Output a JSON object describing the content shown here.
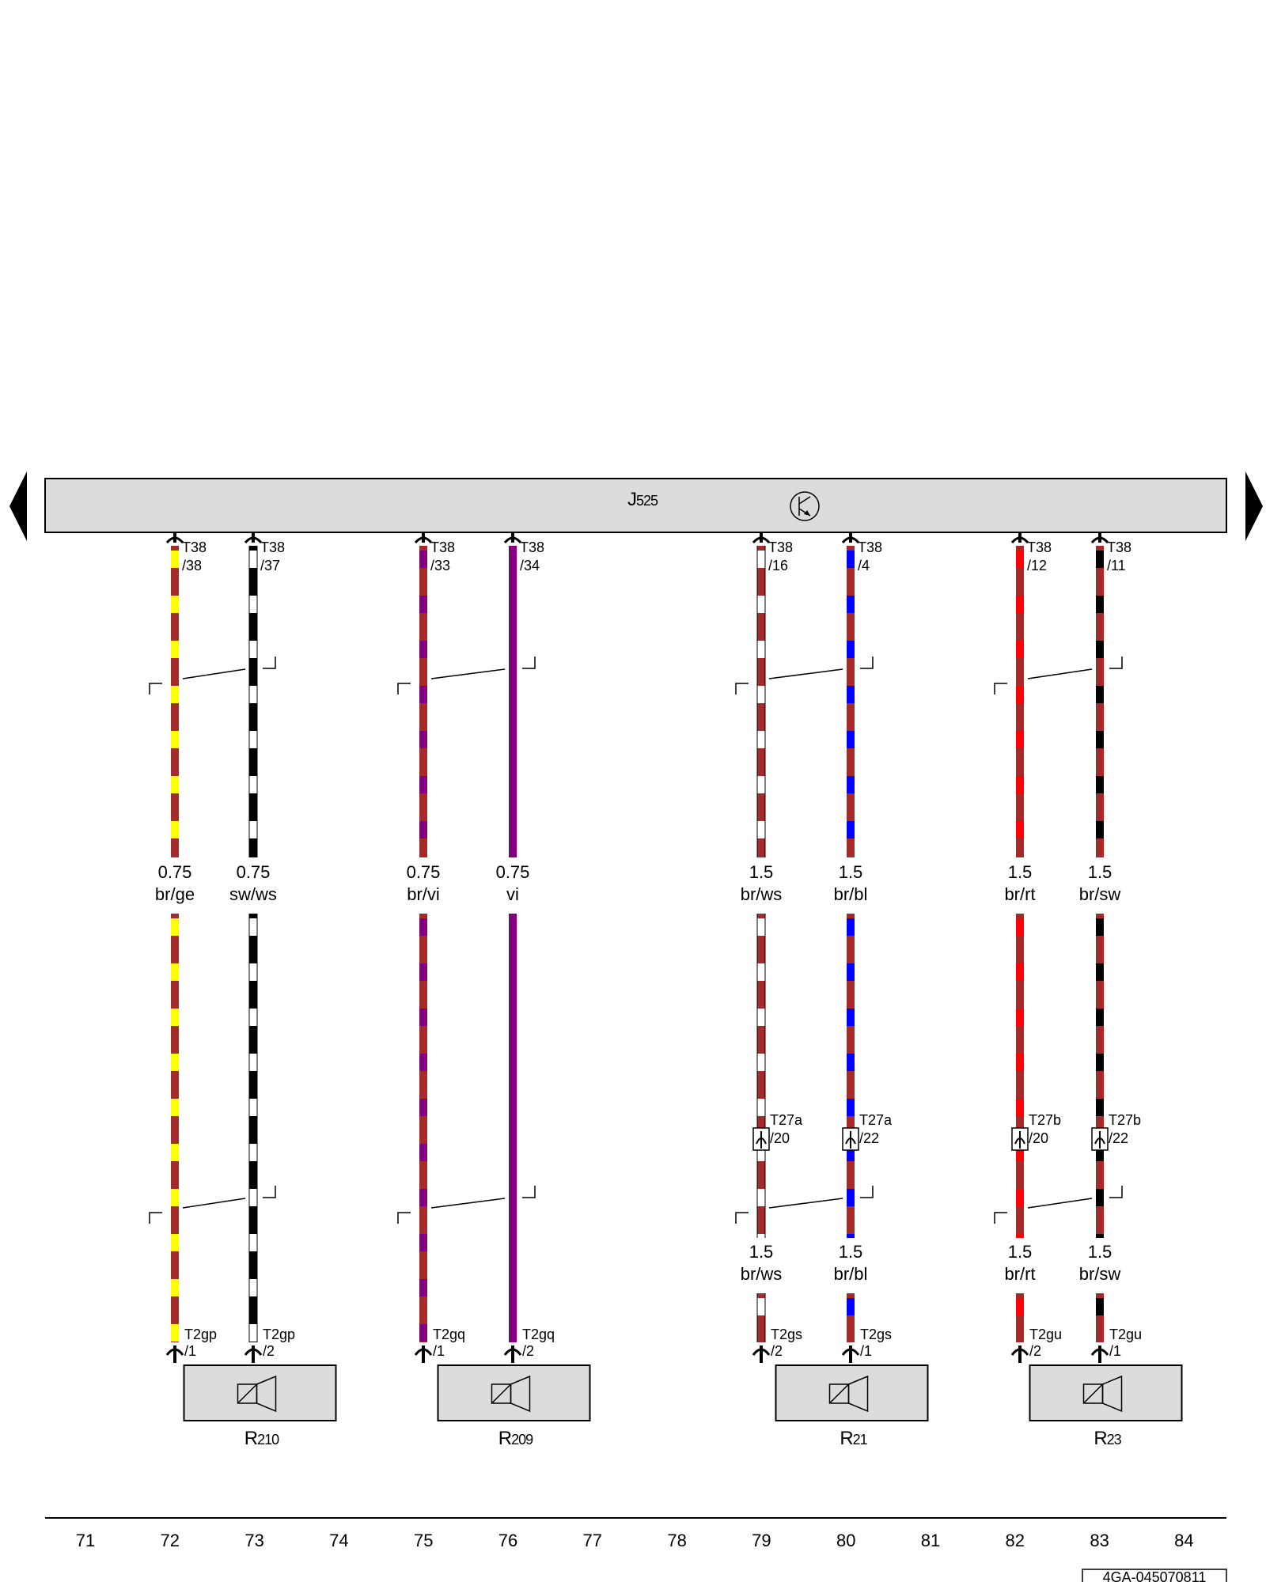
{
  "module": {
    "letter": "J",
    "number": "525"
  },
  "colors": {
    "br": "#a52a2a",
    "ge": "#ffff00",
    "sw": "#000000",
    "ws": "#ffffff",
    "vi": "#800080",
    "bl": "#0000ff",
    "rt": "#ff0000",
    "box_fill": "#dcdcdc",
    "outline": "#000000"
  },
  "icons": {
    "module": "transistor-icon",
    "speaker": "speaker-icon",
    "nav": "triangle-arrow-icon"
  },
  "wires": [
    {
      "id": "w72",
      "column": 72,
      "top_conn": "T38",
      "top_pin": "/38",
      "size_top": "0.75",
      "code_top": "br/ge",
      "base": "br",
      "stripe": "ge",
      "bottom_conn": "T2gp",
      "bottom_pin": "/1",
      "inline_conn": "",
      "inline_pin": "",
      "size_bottom": "",
      "code_bottom": ""
    },
    {
      "id": "w73",
      "column": 73,
      "top_conn": "T38",
      "top_pin": "/37",
      "size_top": "0.75",
      "code_top": "sw/ws",
      "base": "sw",
      "stripe": "ws",
      "bottom_conn": "T2gp",
      "bottom_pin": "/2",
      "inline_conn": "",
      "inline_pin": "",
      "size_bottom": "",
      "code_bottom": ""
    },
    {
      "id": "w75",
      "column": 75,
      "top_conn": "T38",
      "top_pin": "/33",
      "size_top": "0.75",
      "code_top": "br/vi",
      "base": "br",
      "stripe": "vi",
      "bottom_conn": "T2gq",
      "bottom_pin": "/1",
      "inline_conn": "",
      "inline_pin": "",
      "size_bottom": "",
      "code_bottom": ""
    },
    {
      "id": "w76",
      "column": 76,
      "top_conn": "T38",
      "top_pin": "/34",
      "size_top": "0.75",
      "code_top": "vi",
      "base": "vi",
      "stripe": "",
      "bottom_conn": "T2gq",
      "bottom_pin": "/2",
      "inline_conn": "",
      "inline_pin": "",
      "size_bottom": "",
      "code_bottom": ""
    },
    {
      "id": "w79",
      "column": 79,
      "top_conn": "T38",
      "top_pin": "/16",
      "size_top": "1.5",
      "code_top": "br/ws",
      "base": "br",
      "stripe": "ws",
      "bottom_conn": "T2gs",
      "bottom_pin": "/2",
      "inline_conn": "T27a",
      "inline_pin": "/20",
      "size_bottom": "1.5",
      "code_bottom": "br/ws"
    },
    {
      "id": "w80",
      "column": 80,
      "top_conn": "T38",
      "top_pin": "/4",
      "size_top": "1.5",
      "code_top": "br/bl",
      "base": "br",
      "stripe": "bl",
      "bottom_conn": "T2gs",
      "bottom_pin": "/1",
      "inline_conn": "T27a",
      "inline_pin": "/22",
      "size_bottom": "1.5",
      "code_bottom": "br/bl"
    },
    {
      "id": "w82",
      "column": 82,
      "top_conn": "T38",
      "top_pin": "/12",
      "size_top": "1.5",
      "code_top": "br/rt",
      "base": "br",
      "stripe": "rt",
      "bottom_conn": "T2gu",
      "bottom_pin": "/2",
      "inline_conn": "T27b",
      "inline_pin": "/20",
      "size_bottom": "1.5",
      "code_bottom": "br/rt"
    },
    {
      "id": "w83",
      "column": 83,
      "top_conn": "T38",
      "top_pin": "/11",
      "size_top": "1.5",
      "code_top": "br/sw",
      "base": "br",
      "stripe": "sw",
      "bottom_conn": "T2gu",
      "bottom_pin": "/1",
      "inline_conn": "T27b",
      "inline_pin": "/22",
      "size_bottom": "1.5",
      "code_bottom": "br/sw"
    }
  ],
  "components": [
    {
      "id": "R210",
      "letter": "R",
      "number": "210",
      "wires": [
        "w72",
        "w73"
      ]
    },
    {
      "id": "R209",
      "letter": "R",
      "number": "209",
      "wires": [
        "w75",
        "w76"
      ]
    },
    {
      "id": "R21",
      "letter": "R",
      "number": "21",
      "wires": [
        "w79",
        "w80"
      ]
    },
    {
      "id": "R23",
      "letter": "R",
      "number": "23",
      "wires": [
        "w82",
        "w83"
      ]
    }
  ],
  "columns": [
    71,
    72,
    73,
    74,
    75,
    76,
    77,
    78,
    79,
    80,
    81,
    82,
    83,
    84
  ],
  "drawing_code": "4GA-045070811"
}
